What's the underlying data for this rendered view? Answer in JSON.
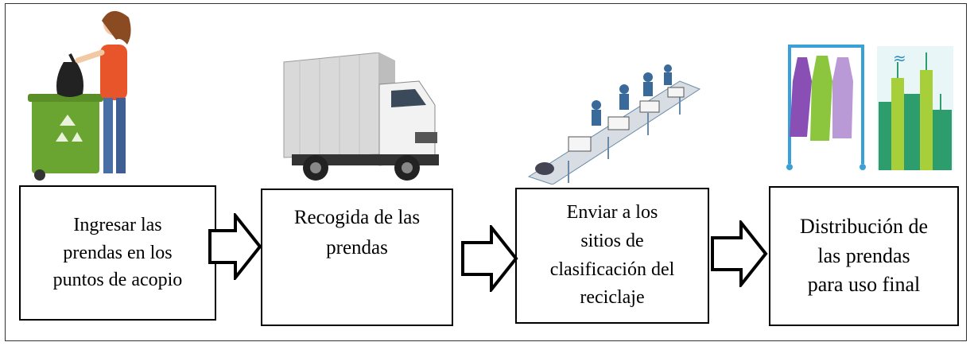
{
  "steps": [
    {
      "label": "Ingresar las\nprendas en los\npuntos de acopio"
    },
    {
      "label": "Recogida de las\nprendas"
    },
    {
      "label": "Enviar a los\nsitios de\nclasificación del\nreciclaje"
    },
    {
      "label": "Distribución de\nlas prendas\npara uso final"
    }
  ],
  "icons": [
    "woman-with-trash-bag-icon",
    "recycling-bin-icon",
    "box-truck-icon",
    "sorting-conveyor-icon",
    "clothing-rack-icon",
    "green-city-icon"
  ],
  "colors": {
    "bin": "#6aa532",
    "truck": "#d9d9d9",
    "dress_purple": "#8a4fb5",
    "dress_green": "#8cc63f",
    "dress_lilac": "#b99ad6",
    "rack": "#3aa0d8",
    "city": "#2e9d6e"
  }
}
